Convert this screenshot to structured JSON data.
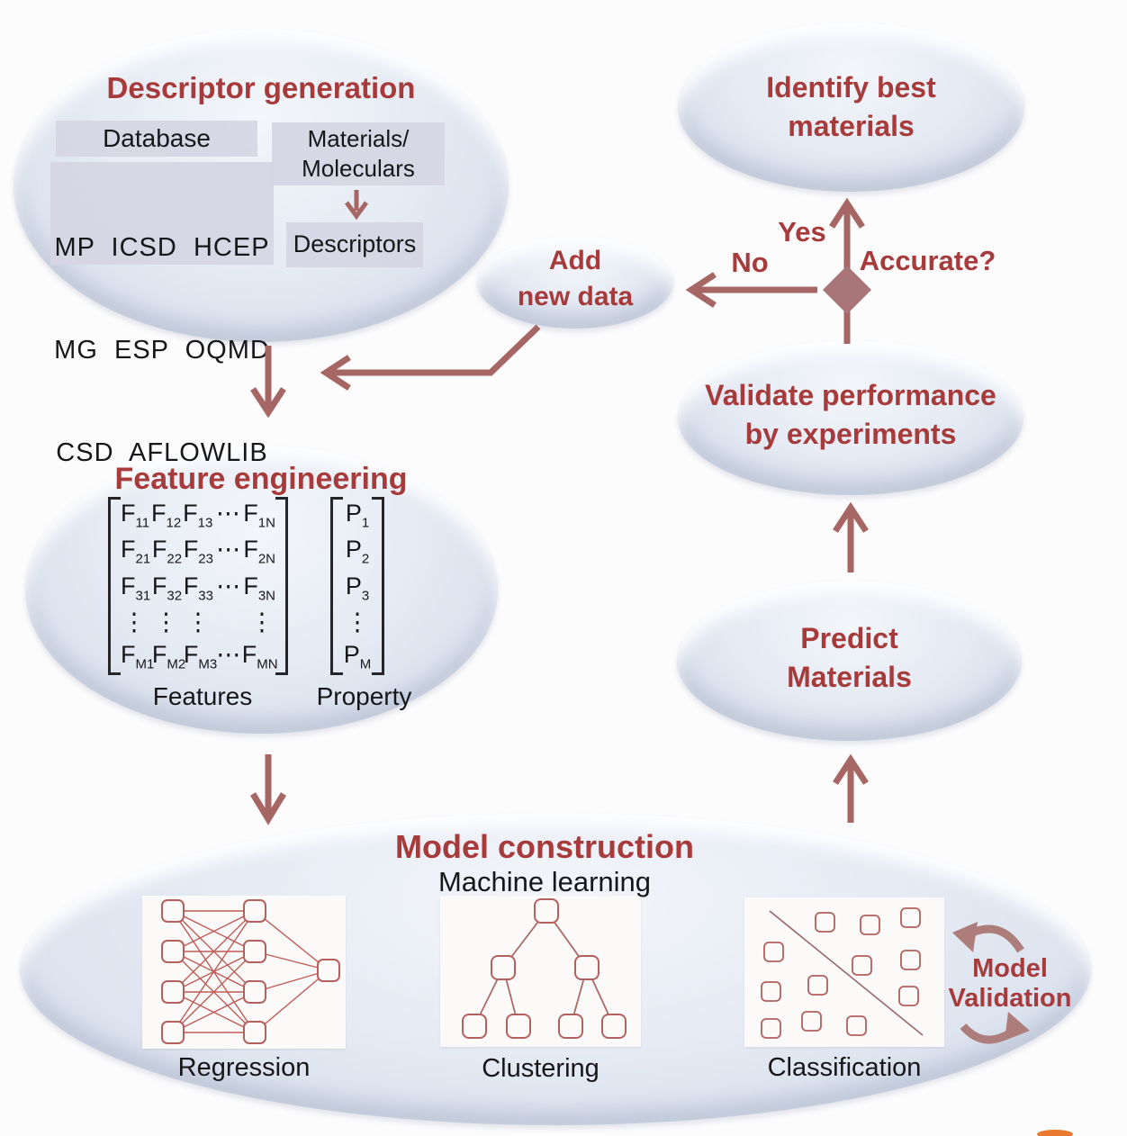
{
  "descriptor_generation": {
    "title": "Descriptor generation",
    "database_header": "Database",
    "database_rows": [
      "MP  ICSD  HCEP",
      "MG  ESP  OQMD",
      "CSD  AFLOWLIB"
    ],
    "materials_line1": "Materials/",
    "materials_line2": "Moleculars",
    "descriptors_label": "Descriptors"
  },
  "add_new_data": {
    "line1": "Add",
    "line2": "new data"
  },
  "identify_best_materials": {
    "line1": "Identify best",
    "line2": "materials"
  },
  "decision": {
    "yes_label": "Yes",
    "no_label": "No",
    "question": "Accurate?"
  },
  "validate_performance": {
    "line1": "Validate performance",
    "line2": "by experiments"
  },
  "predict_materials": {
    "line1": "Predict",
    "line2": "Materials"
  },
  "feature_engineering": {
    "title": "Feature engineering",
    "features_matrix": [
      [
        "F_11",
        "F_12",
        "F_13",
        "⋯",
        "F_1N"
      ],
      [
        "F_21",
        "F_22",
        "F_23",
        "⋯",
        "F_2N"
      ],
      [
        "F_31",
        "F_32",
        "F_33",
        "⋯",
        "F_3N"
      ],
      [
        "⋮",
        "⋮",
        "⋮",
        "",
        "⋮"
      ],
      [
        "F_M1",
        "F_M2",
        "F_M3",
        "⋯",
        "F_MN"
      ]
    ],
    "features_label": "Features",
    "property_matrix": [
      "P_1",
      "P_2",
      "P_3",
      "⋮",
      "P_M"
    ],
    "property_label": "Property"
  },
  "model_construction": {
    "title": "Model construction",
    "subtitle": "Machine learning",
    "regression_label": "Regression",
    "clustering_label": "Clustering",
    "classification_label": "Classification",
    "model_validation_line1": "Model",
    "model_validation_line2": "Validation"
  },
  "colors": {
    "title_red": "#a73b3b",
    "arrow": "#a66663",
    "diamond_fill": "#a87678",
    "ellipse_fill": "#dfe5f0",
    "lavender_box": "#d6d5e4",
    "node_stroke": "#b4605c",
    "nn_line": "#bf5a55",
    "black_text": "#17171a",
    "panel_bg": "#fbfaf9"
  }
}
